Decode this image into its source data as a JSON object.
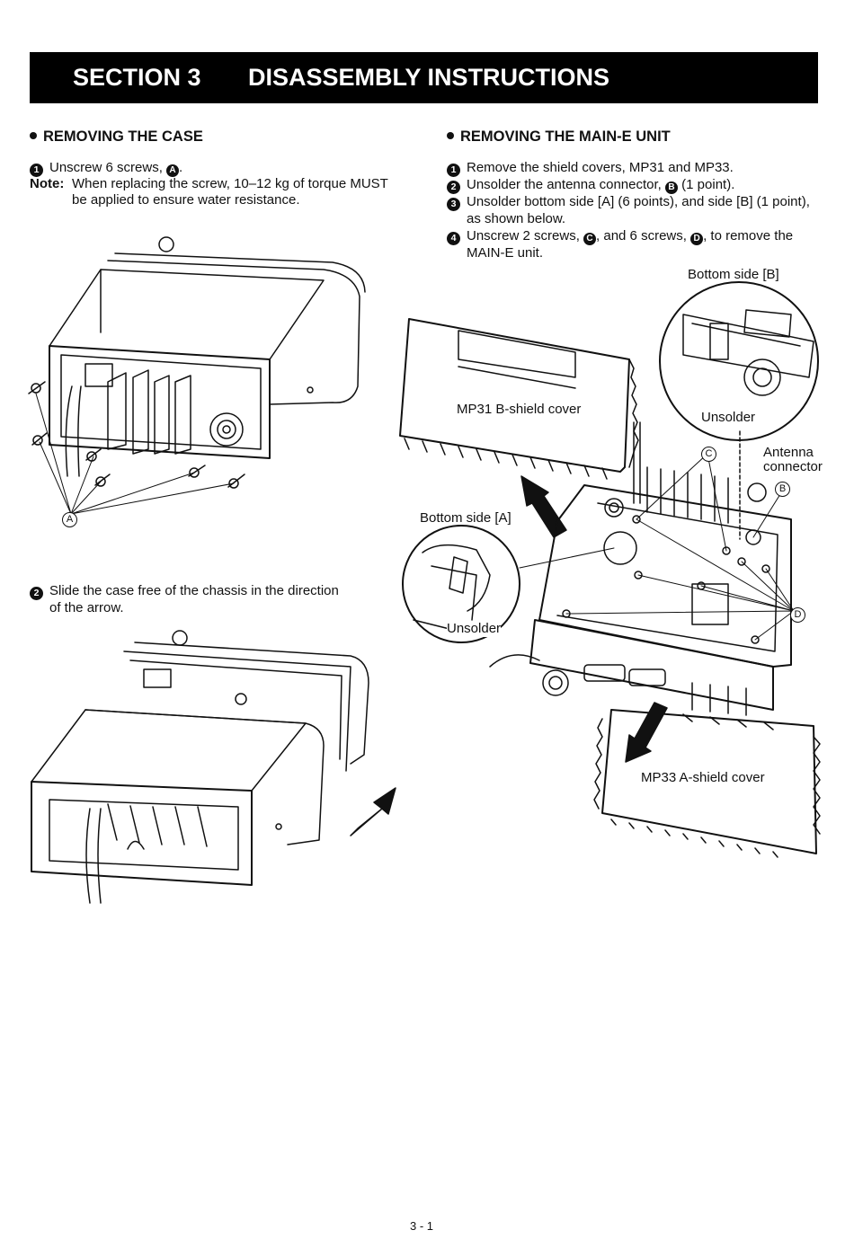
{
  "header": {
    "section": "SECTION 3",
    "title": "DISASSEMBLY INSTRUCTIONS"
  },
  "left": {
    "heading": "REMOVING THE CASE",
    "step1": {
      "num": "1",
      "text": "Unscrew 6 screws, ",
      "ref": "A",
      "end": "."
    },
    "note": {
      "label": "Note:",
      "line1": "When replacing the screw, 10–12 kg of torque MUST",
      "line2": "be applied to ensure water resistance."
    },
    "callout_a": "A",
    "step2": {
      "num": "2",
      "line1": "Slide the case free of the chassis in the direction",
      "line2": "of the arrow."
    }
  },
  "right": {
    "heading": "REMOVING THE MAIN-E UNIT",
    "steps": [
      {
        "num": "1",
        "text": "Remove the shield covers, MP31 and MP33."
      },
      {
        "num": "2",
        "pre": "Unsolder the antenna connector, ",
        "ref": "B",
        "post": " (1 point)."
      },
      {
        "num": "3",
        "line1": "Unsolder bottom side [A] (6 points), and side [B] (1 point),",
        "line2": "as shown below."
      },
      {
        "num": "4",
        "pre": "Unscrew 2 screws, ",
        "ref1": "C",
        "mid": ", and 6 screws, ",
        "ref2": "D",
        "post": ", to remove the",
        "line2": "MAIN-E unit."
      }
    ],
    "labels": {
      "bottom_side_b": "Bottom side [B]",
      "mp31": "MP31 B-shield cover",
      "unsolder_b": "Unsolder",
      "antenna_1": "Antenna",
      "antenna_2": "connector",
      "bottom_side_a": "Bottom side [A]",
      "unsolder_a": "Unsolder",
      "mp33": "MP33 A-shield cover",
      "c": "C",
      "b": "B",
      "d": "D"
    }
  },
  "footer": {
    "page": "3 - 1"
  }
}
